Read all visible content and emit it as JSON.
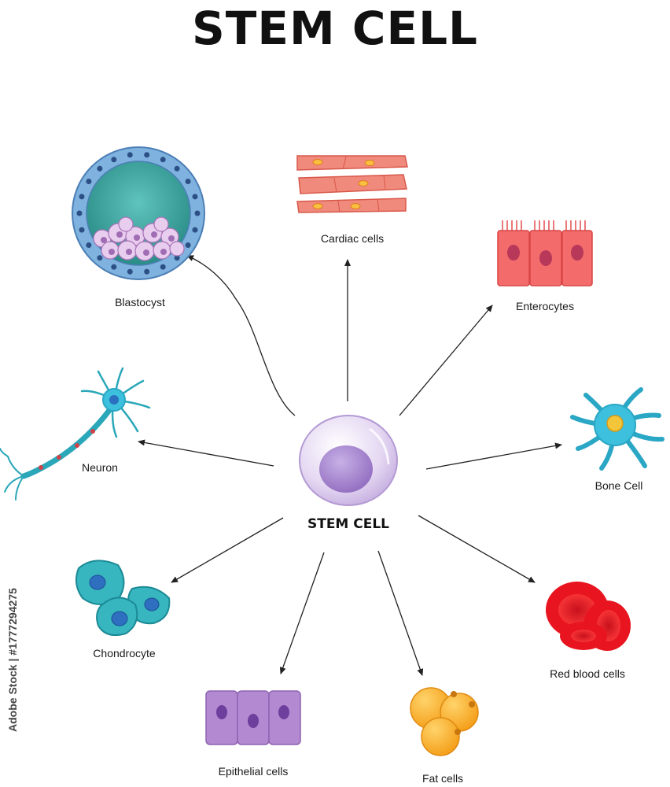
{
  "title": "STEM CELL",
  "center": {
    "label": "STEM CELL"
  },
  "cells": {
    "blastocyst": "Blastocyst",
    "cardiac": "Cardiac cells",
    "enterocytes": "Enterocytes",
    "bone": "Bone Cell",
    "red_blood": "Red blood cells",
    "fat": "Fat cells",
    "epithelial": "Epithelial cells",
    "chondrocyte": "Chondrocyte",
    "neuron": "Neuron"
  },
  "watermark": "Adobe Stock | #1777294275",
  "colors": {
    "stem_outer": "#d9c8ec",
    "stem_nucleus": "#9a78c4",
    "arrow": "#222222"
  }
}
